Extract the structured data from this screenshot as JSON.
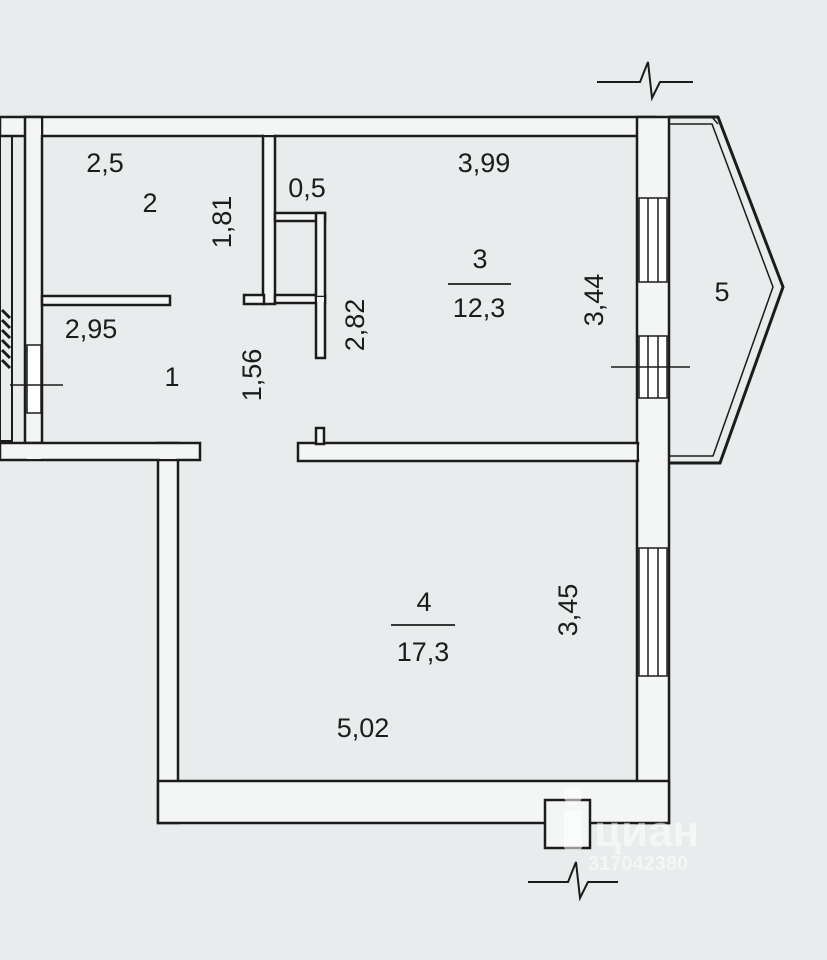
{
  "plan": {
    "rooms": [
      {
        "number": "1",
        "area": ""
      },
      {
        "number": "2",
        "area": ""
      },
      {
        "number": "3",
        "area": "12,3"
      },
      {
        "number": "4",
        "area": "17,3"
      },
      {
        "number": "5",
        "area": ""
      }
    ],
    "dimensions": [
      "2,5",
      "1,81",
      "0,5",
      "3,99",
      "2,82",
      "3,44",
      "2,95",
      "1,56",
      "3,45",
      "5,02"
    ]
  },
  "watermark": {
    "brand": "циан",
    "listing_id": "317042380"
  },
  "colors": {
    "background": "#e9ecec",
    "wall_fill": "#f4f6f6",
    "line": "#1c1c1c"
  }
}
